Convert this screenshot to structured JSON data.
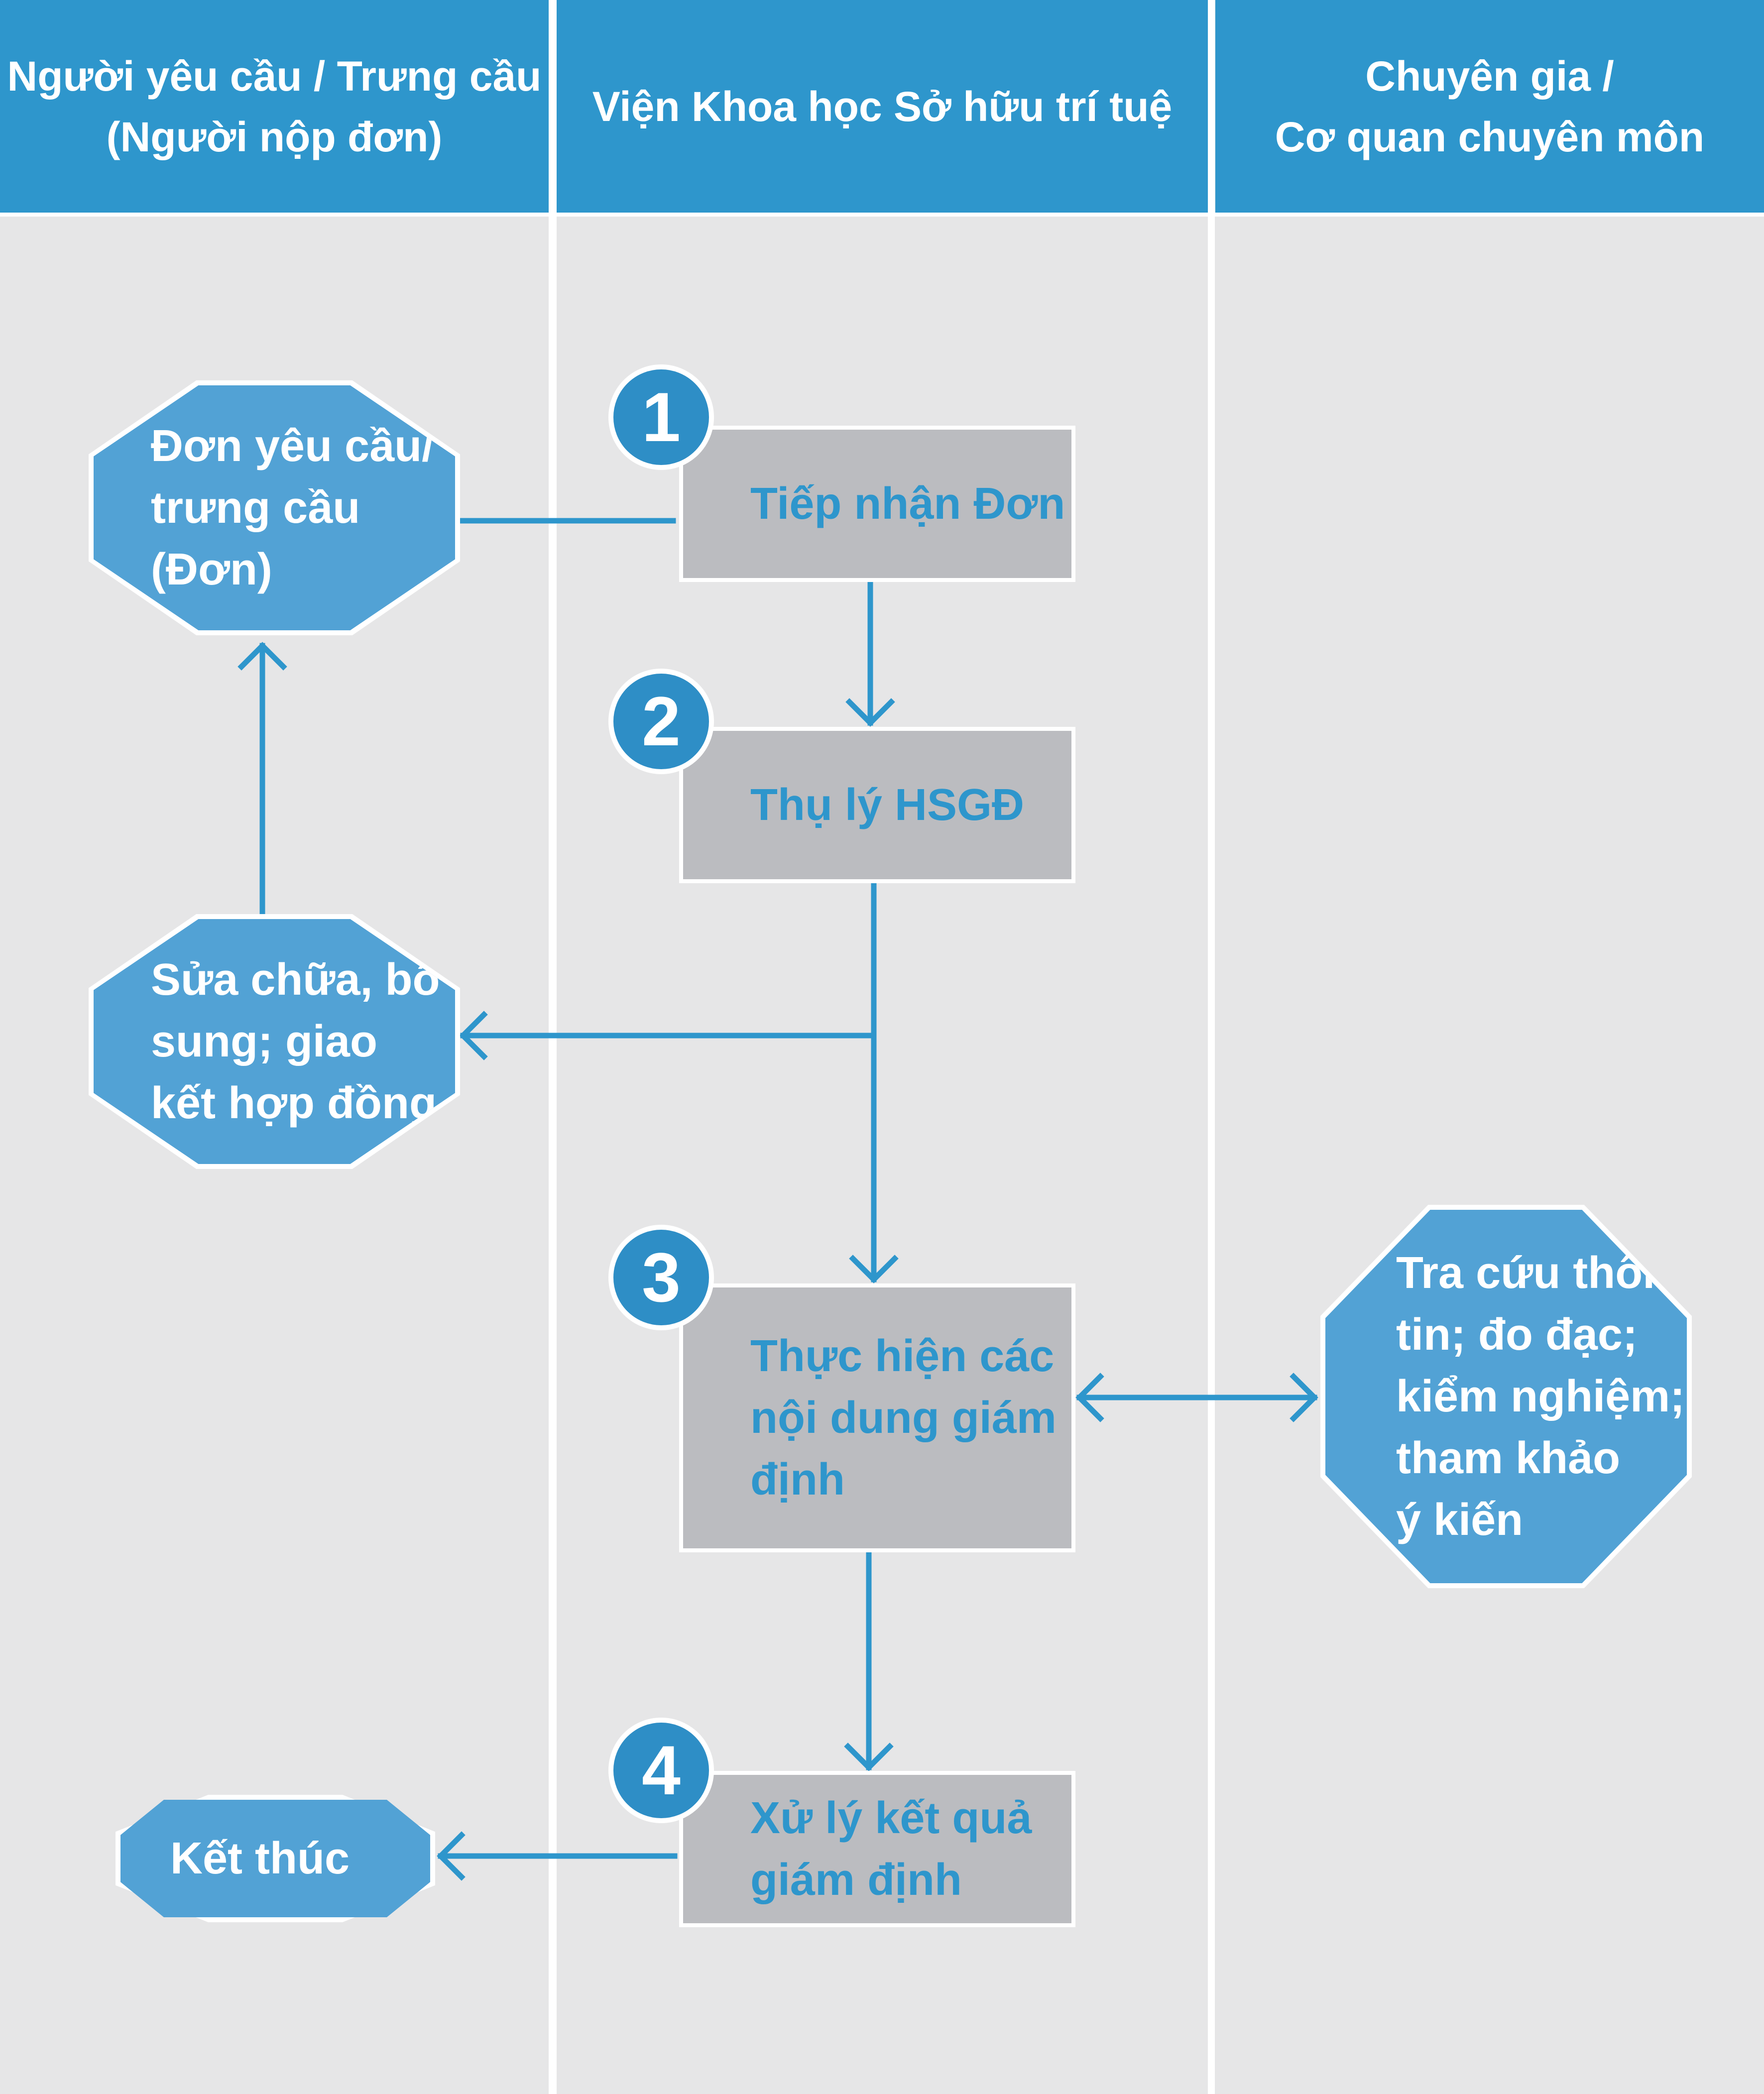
{
  "lanes": [
    {
      "lines": [
        "Người yêu cầu / Trưng cầu",
        "(Người nộp đơn)"
      ]
    },
    {
      "lines": [
        "Viện Khoa học Sở hữu trí tuệ"
      ]
    },
    {
      "lines": [
        "Chuyên gia /",
        "Cơ quan chuyên môn"
      ]
    }
  ],
  "nodes": {
    "application": [
      "Đơn yêu cầu/",
      "trưng cầu",
      "(Đơn)"
    ],
    "amend": [
      "Sửa chữa, bổ",
      "sung; giao",
      "kết hợp đồng"
    ],
    "end": [
      "Kết thúc"
    ],
    "expert": [
      "Tra cứu thông",
      "tin; đo đạc;",
      "kiểm nghiệm;",
      "tham khảo",
      "ý kiến"
    ]
  },
  "steps": [
    {
      "number": "1",
      "lines": [
        "Tiếp nhận Đơn"
      ]
    },
    {
      "number": "2",
      "lines": [
        "Thụ lý HSGĐ"
      ]
    },
    {
      "number": "3",
      "lines": [
        "Thực hiện các",
        "nội dung giám",
        "định"
      ]
    },
    {
      "number": "4",
      "lines": [
        "Xử lý kết quả",
        "giám định"
      ]
    }
  ],
  "colors": {
    "header": "#2e96cc",
    "octagon": "#52a2d5",
    "step_box": "#bbbcc0",
    "step_text": "#2e96cc",
    "badge": "#2e8ec6",
    "connector": "#2e96cc",
    "background": "#e6e6e7"
  }
}
